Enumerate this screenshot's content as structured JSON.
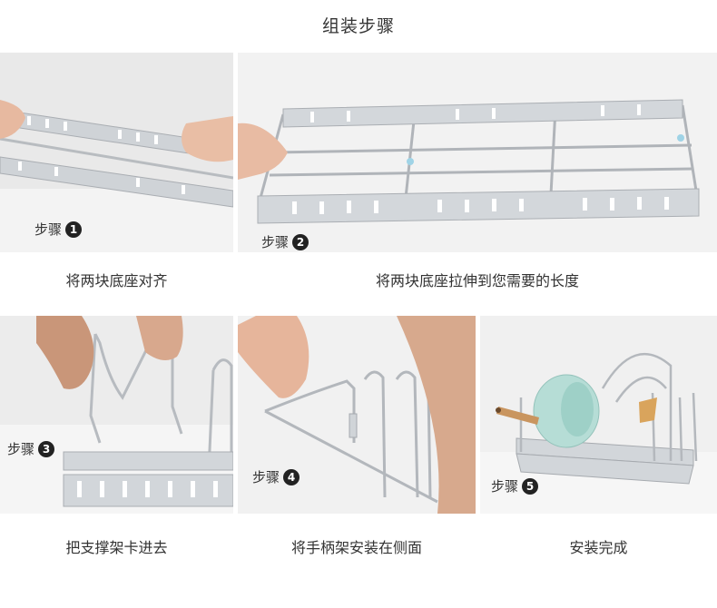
{
  "title": "组装步骤",
  "step_prefix": "步骤",
  "steps": [
    {
      "num": "1",
      "caption": "将两块底座对齐"
    },
    {
      "num": "2",
      "caption": "将两块底座拉伸到您需要的长度"
    },
    {
      "num": "3",
      "caption": "把支撑架卡进去"
    },
    {
      "num": "4",
      "caption": "将手柄架安装在侧面"
    },
    {
      "num": "5",
      "caption": "安装完成"
    }
  ]
}
